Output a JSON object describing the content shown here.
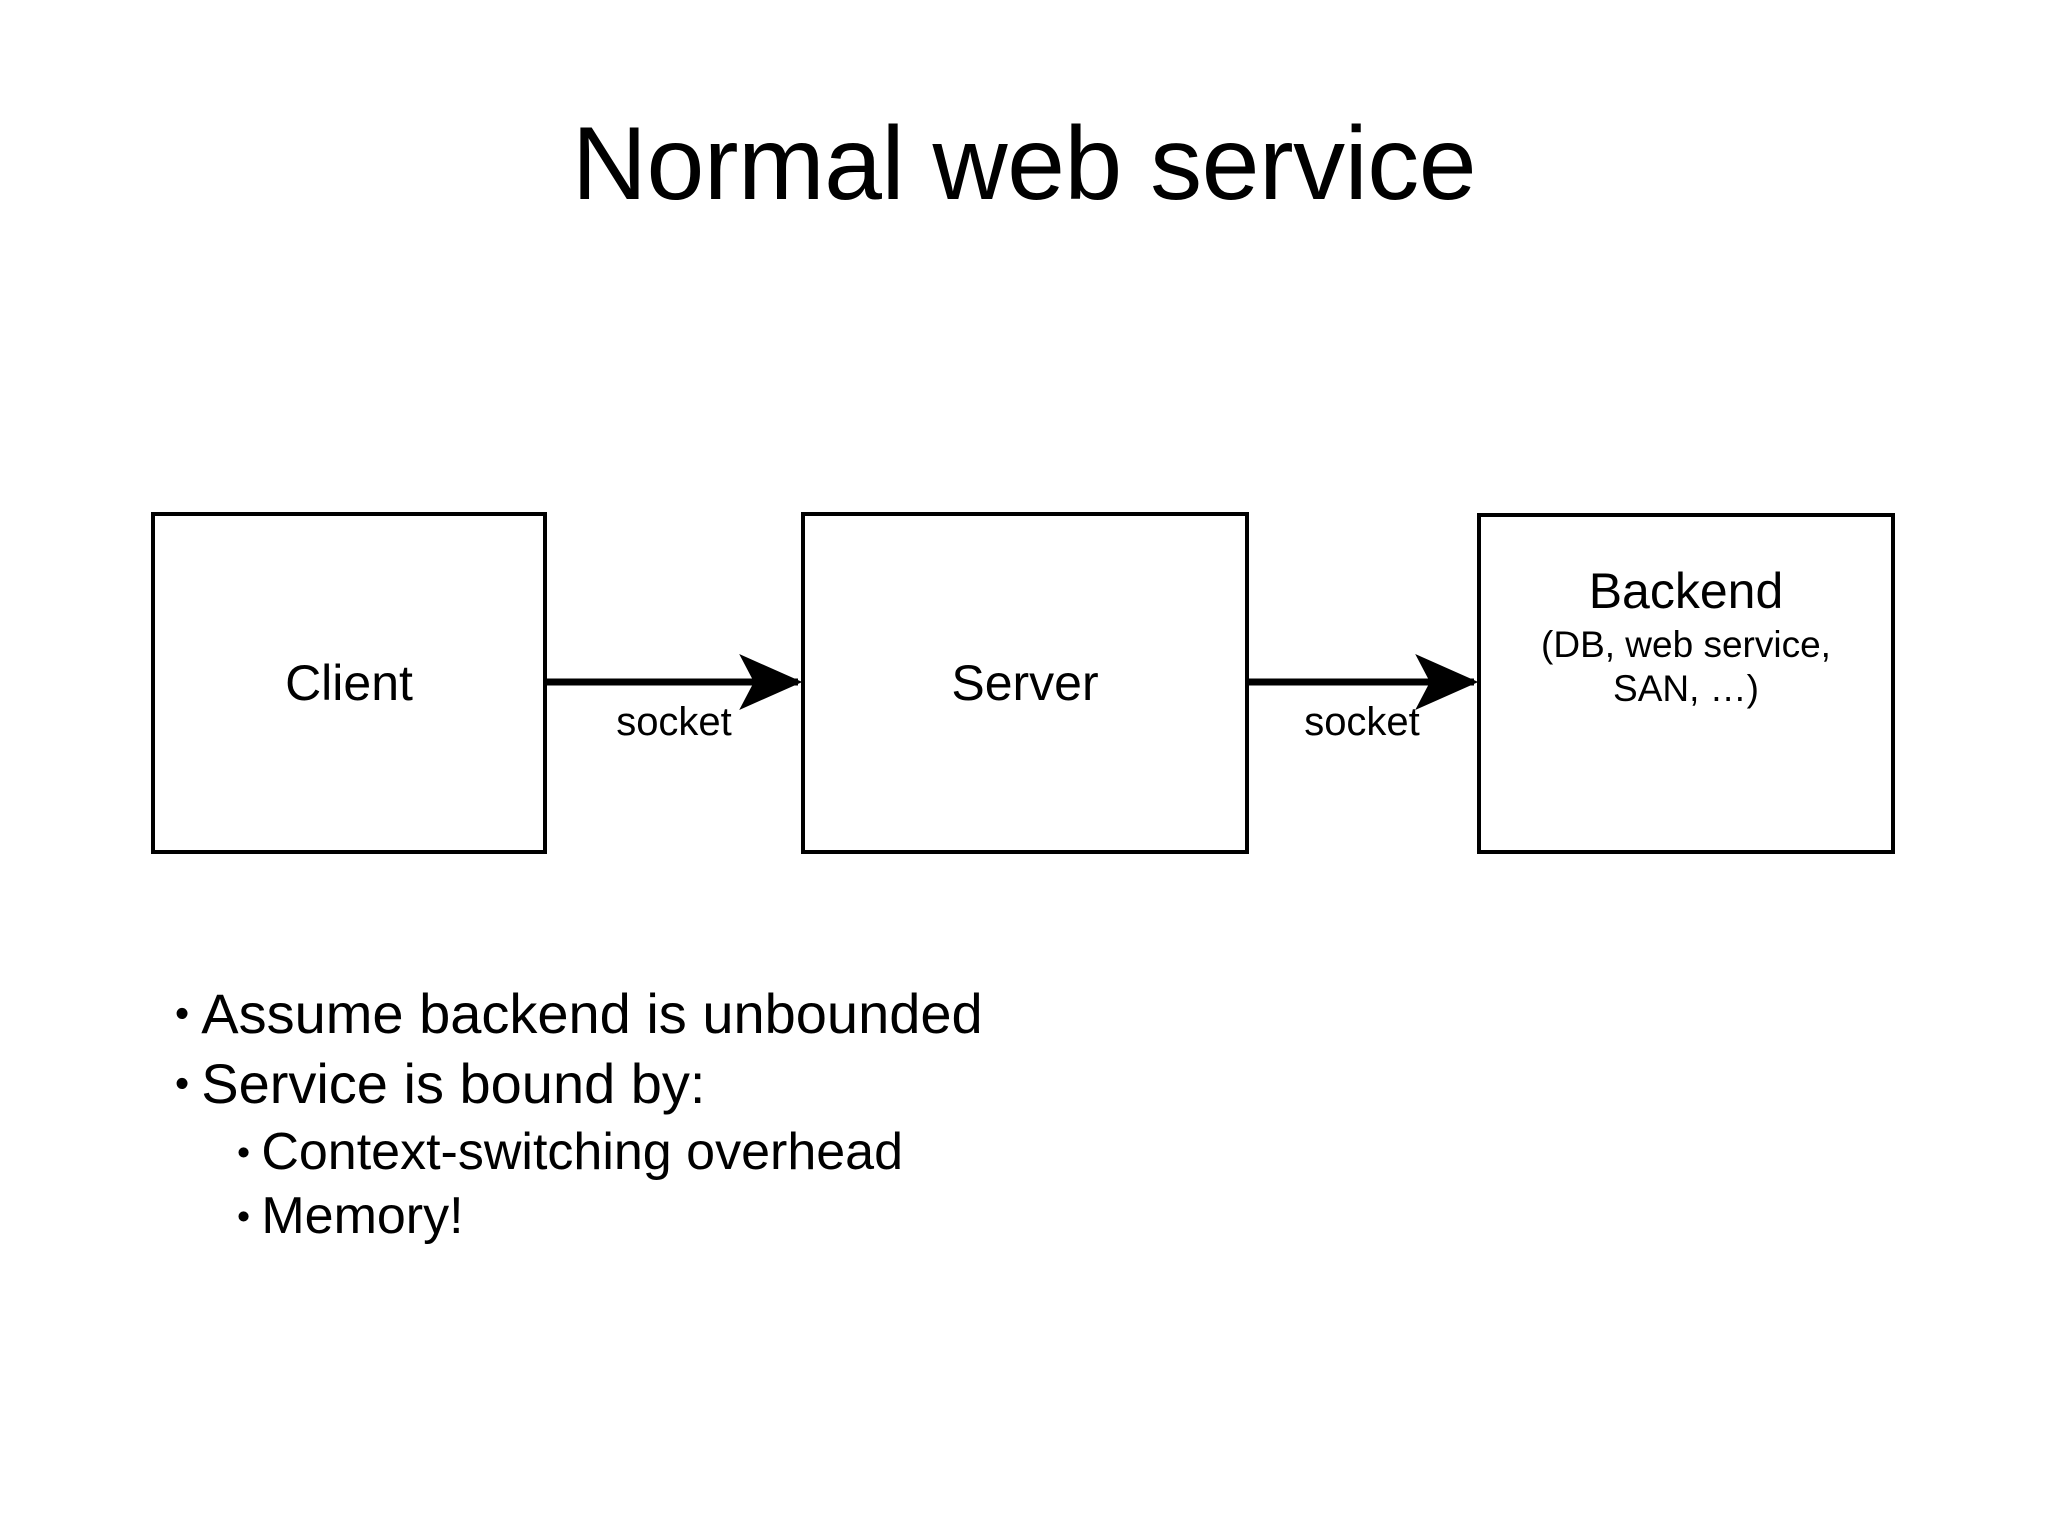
{
  "slide": {
    "title": "Normal web service",
    "background_color": "#ffffff",
    "text_color": "#000000"
  },
  "diagram": {
    "nodes": [
      {
        "id": "client",
        "label": "Client",
        "sub_lines": []
      },
      {
        "id": "server",
        "label": "Server",
        "sub_lines": []
      },
      {
        "id": "backend",
        "label": "Backend",
        "sub_lines": [
          "(DB, web service,",
          "SAN, …)"
        ]
      }
    ],
    "edges": [
      {
        "id": "client-to-server",
        "label": "socket",
        "from": "client",
        "to": "server"
      },
      {
        "id": "server-to-backend",
        "label": "socket",
        "from": "server",
        "to": "backend"
      }
    ]
  },
  "bullets": [
    {
      "level": 1,
      "marker": "•",
      "text": "Assume backend is unbounded"
    },
    {
      "level": 1,
      "marker": "•",
      "text": "Service is bound by:"
    },
    {
      "level": 2,
      "marker": "•",
      "text": "Context-switching overhead"
    },
    {
      "level": 2,
      "marker": "•",
      "text": "Memory!"
    }
  ]
}
